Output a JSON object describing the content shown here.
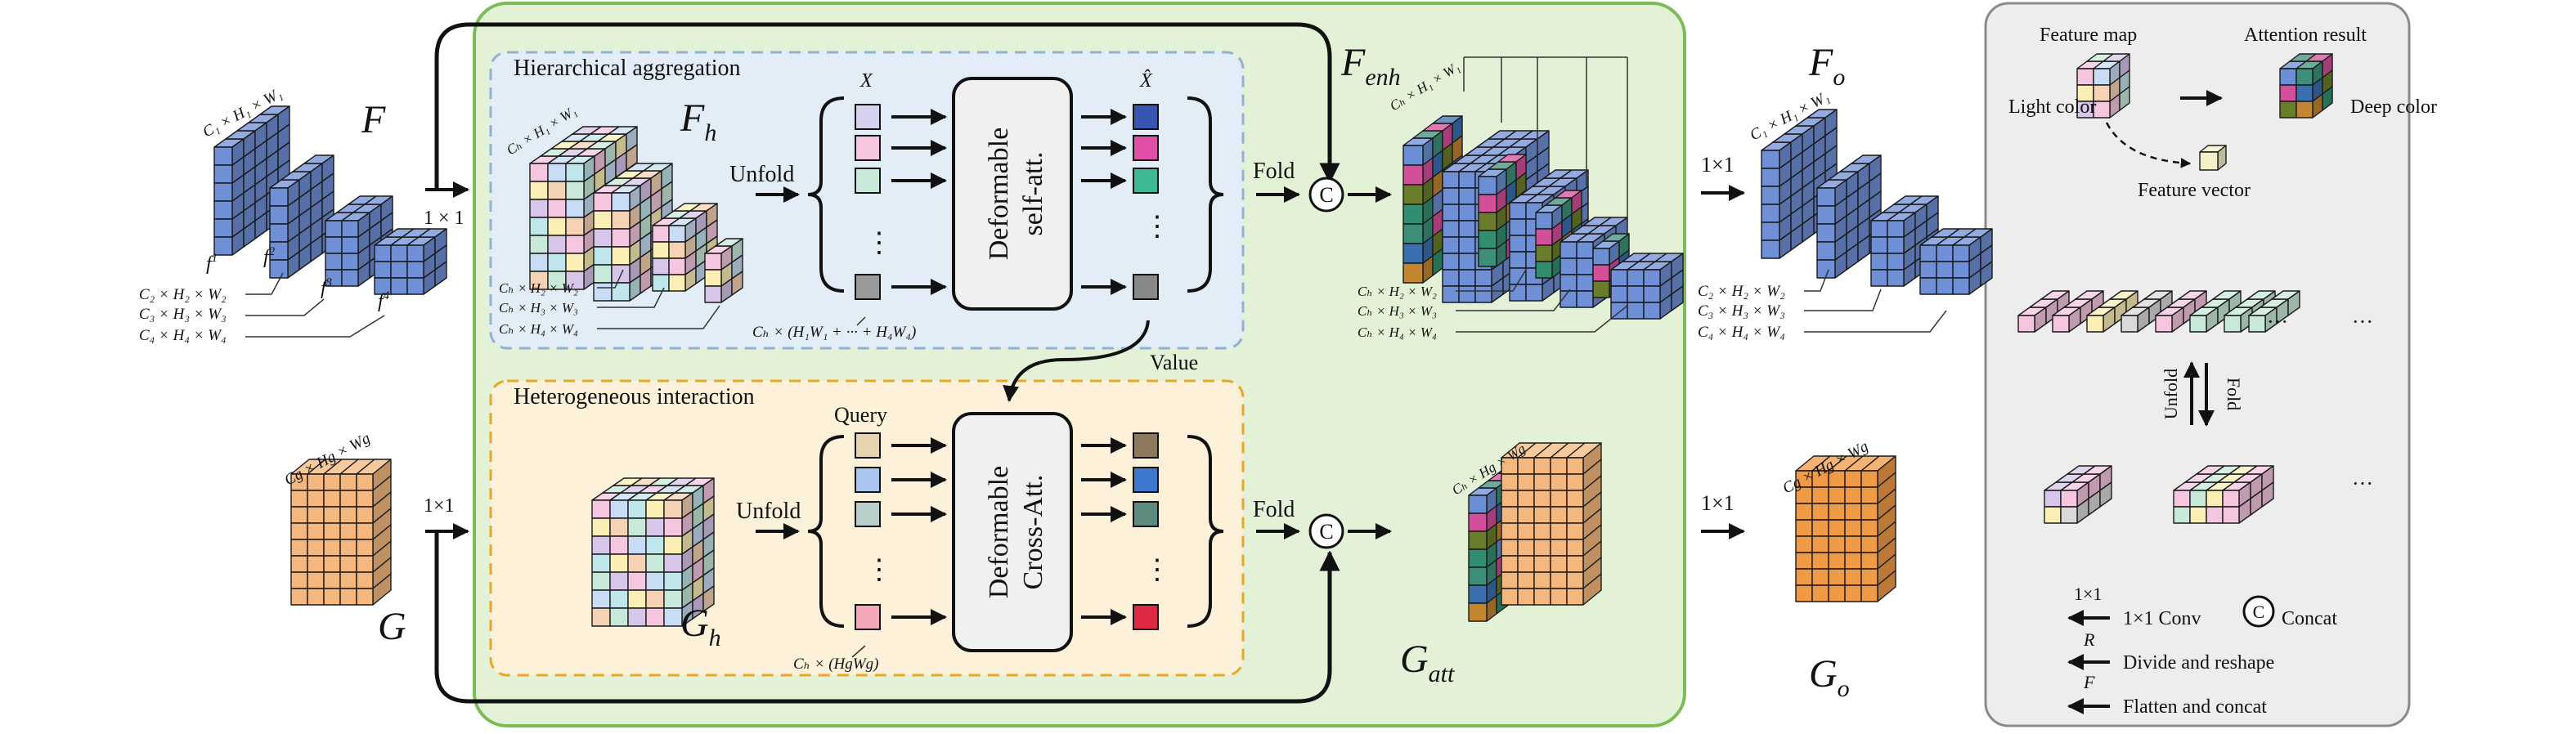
{
  "colors": {
    "green_panel": "#e3f1d6",
    "green_border": "#7cbc55",
    "blue_panel": "#e3edf7",
    "blue_border": "#8fb2d3",
    "yellow_panel": "#fdf2d9",
    "yellow_border": "#e6a826",
    "legend_panel": "#ededed",
    "legend_border": "#8a8a8a",
    "cube_blue": "#6f8fd6",
    "cube_orange": "#f4b87e",
    "cube_orange_deep": "#f09a45"
  },
  "labels": {
    "F": "F",
    "Fh": "F",
    "Fh_sub": "h",
    "Fenh": "F",
    "Fenh_sub": "enh",
    "Fo": "F",
    "Fo_sub": "o",
    "G": "G",
    "Gh": "G",
    "Gh_sub": "h",
    "Gatt": "G",
    "Gatt_sub": "att",
    "Go": "G",
    "Go_sub": "o",
    "X": "X",
    "Xhat": "X̂",
    "f1": "f",
    "f2": "f",
    "f3": "f",
    "f4": "f",
    "f1_sup": "1",
    "f2_sup": "2",
    "f3_sup": "3",
    "f4_sup": "4"
  },
  "text": {
    "hier_title": "Hierarchical aggregation",
    "hetero_title": "Heterogeneous interaction",
    "unfold": "Unfold",
    "fold": "Fold",
    "conv1x1": "1 × 1",
    "conv1x1b": "1×1",
    "deformable": "Deformable",
    "self_att": "self-att.",
    "cross_att": "Cross-Att.",
    "query": "Query",
    "value": "Value",
    "dots": "⋮",
    "concat_symbol": "C",
    "dims_F": [
      "C₁ × H₁ × W₁",
      "C₂ × H₂ × W₂",
      "C₃ × H₃ × W₃",
      "C₄ × H₄ × W₄"
    ],
    "dims_Fh": [
      "Cₕ × H₁ × W₁",
      "Cₕ × H₂ × W₂",
      "Cₕ × H₃ × W₃",
      "Cₕ × H₄ × W₄"
    ],
    "seq_self": "Cₕ × (H₁W₁ + ··· + H₄W₄)",
    "seq_cross": "Cₕ × (HgWg)",
    "dims_G": "Cg × Hg × Wg",
    "dims_Gatt": "Cₕ × Hg × Wg"
  },
  "legend": {
    "feature_map": "Feature map",
    "attention_result": "Attention result",
    "light_color": "Light color",
    "deep_color": "Deep color",
    "feature_vector": "Feature vector",
    "unfold": "Unfold",
    "fold": "Fold",
    "conv": "1×1 Conv",
    "conv_symbol": "1×1",
    "concat": "Concat",
    "concat_symbol": "C",
    "divide": "Divide and reshape",
    "divide_symbol": "R",
    "flatten": "Flatten and concat",
    "flatten_symbol": "F",
    "dots": "···"
  }
}
